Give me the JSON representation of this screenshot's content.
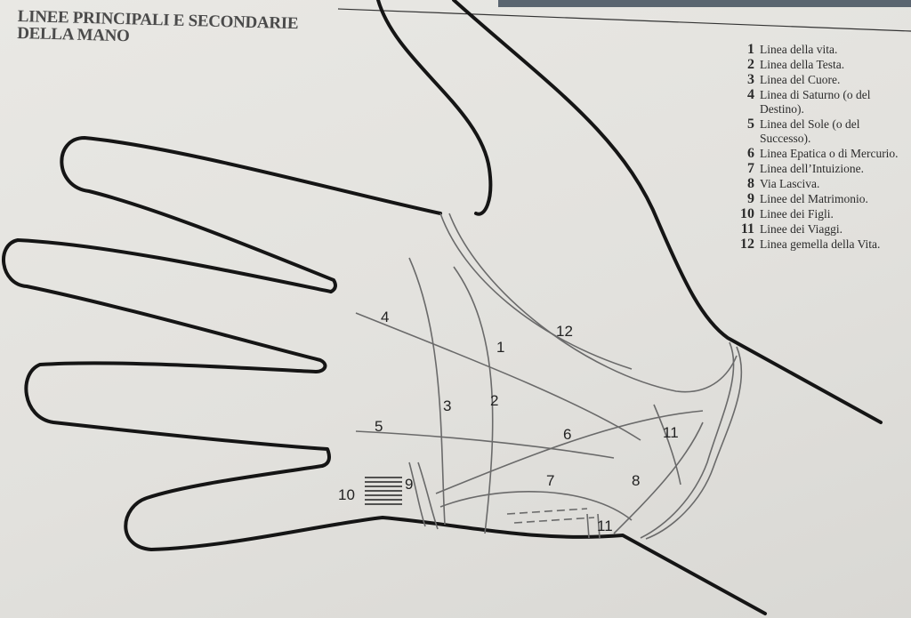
{
  "title": {
    "line1": "LINEE PRINCIPALI E SECONDARIE",
    "line2": "DELLA MANO"
  },
  "legend": [
    {
      "num": "1",
      "text": "Linea della vita."
    },
    {
      "num": "2",
      "text": "Linea della Testa."
    },
    {
      "num": "3",
      "text": "Linea del Cuore."
    },
    {
      "num": "4",
      "text": "Linea di Saturno (o del Destino)."
    },
    {
      "num": "5",
      "text": "Linea del Sole (o del Successo)."
    },
    {
      "num": "6",
      "text": "Linea Epatica o di Mercurio."
    },
    {
      "num": "7",
      "text": "Linea dell’Intuizione."
    },
    {
      "num": "8",
      "text": "Via Lasciva."
    },
    {
      "num": "9",
      "text": "Linee del Matrimonio."
    },
    {
      "num": "10",
      "text": "Linee dei Figli."
    },
    {
      "num": "11",
      "text": "Linee dei Viaggi."
    },
    {
      "num": "12",
      "text": "Linea gemella della Vita."
    }
  ],
  "labels": {
    "l1": "1",
    "l2": "2",
    "l3": "3",
    "l4": "4",
    "l5": "5",
    "l6": "6",
    "l7": "7",
    "l8": "8",
    "l9": "9",
    "l10": "10",
    "l11a": "11",
    "l11b": "11",
    "l12": "12"
  }
}
